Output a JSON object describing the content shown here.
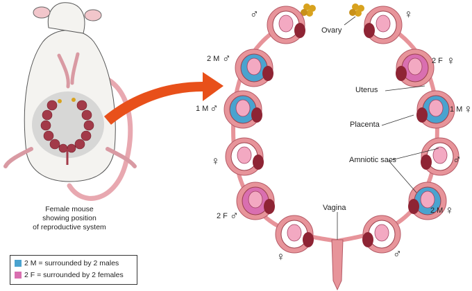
{
  "caption": {
    "line1": "Female mouse",
    "line2": "showing position",
    "line3": "of reproductive system"
  },
  "labels": {
    "ovary": "Ovary",
    "uterus": "Uterus",
    "placenta": "Placenta",
    "amniotic_sacs": "Amniotic sacs",
    "vagina": "Vagina"
  },
  "embryos": {
    "left": [
      {
        "tag": "",
        "sex": "♂"
      },
      {
        "tag": "2 M",
        "sex": "♂"
      },
      {
        "tag": "1 M",
        "sex": "♂"
      },
      {
        "tag": "",
        "sex": "♀"
      },
      {
        "tag": "2 F",
        "sex": "♂"
      },
      {
        "tag": "",
        "sex": "♀"
      }
    ],
    "right": [
      {
        "tag": "",
        "sex": "♀"
      },
      {
        "tag": "2 F",
        "sex": "♀"
      },
      {
        "tag": "1 M",
        "sex": "♀"
      },
      {
        "tag": "",
        "sex": "♂"
      },
      {
        "tag": "2 M",
        "sex": "♀"
      },
      {
        "tag": "",
        "sex": "♂"
      }
    ]
  },
  "legend": {
    "male_entry": "2 M = surrounded by 2 males",
    "female_entry": "2 F = surrounded by 2 females"
  },
  "colors": {
    "male_surrounded": "#4aa3cf",
    "female_surrounded": "#d96fb0",
    "uterus": "#e7949a",
    "arrow": "#e8501a",
    "ovary": "#d8a21e"
  }
}
